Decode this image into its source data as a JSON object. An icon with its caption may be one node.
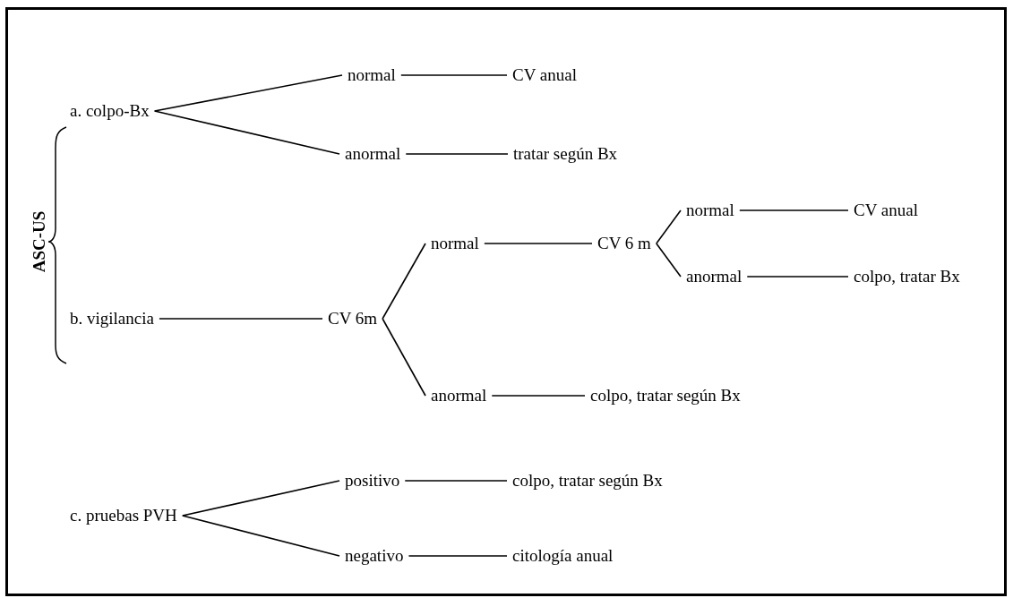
{
  "diagram": {
    "nodes": [
      {
        "text": [
          "a. colpo-Bx"
        ]
      },
      {
        "text": [
          "normal"
        ]
      },
      {
        "text": [
          "CV anual"
        ]
      },
      {
        "text": [
          "anormal"
        ]
      },
      {
        "text": [
          "tratar según Bx"
        ]
      },
      {
        "text": [
          "b. vigilancia"
        ]
      },
      {
        "text": [
          "CV 6m"
        ]
      },
      {
        "text": [
          "normal"
        ]
      },
      {
        "text": [
          "CV 6 m"
        ]
      },
      {
        "text": [
          "normal"
        ]
      },
      {
        "text": [
          "CV anual"
        ]
      },
      {
        "text": [
          "anormal"
        ]
      },
      {
        "text": [
          "colpo, tratar Bx"
        ]
      },
      {
        "text": [
          "anormal"
        ]
      },
      {
        "text": [
          "colpo, tratar según Bx"
        ]
      },
      {
        "text": [
          "c. pruebas PVH"
        ]
      },
      {
        "text": [
          "positivo"
        ]
      },
      {
        "text": [
          "colpo, tratar según Bx"
        ]
      },
      {
        "text": [
          "negativo"
        ]
      },
      {
        "text": [
          "citología anual"
        ]
      }
    ],
    "edges": [
      {
        "from": 0,
        "to": 1,
        "arrow": "none"
      },
      {
        "from": 0,
        "to": 3,
        "arrow": "none"
      },
      {
        "from": 1,
        "to": 2,
        "arrow": "none"
      },
      {
        "from": 3,
        "to": 4,
        "arrow": "none"
      },
      {
        "from": 5,
        "to": 6,
        "arrow": "none"
      },
      {
        "from": 6,
        "to": 7,
        "arrow": "none"
      },
      {
        "from": 6,
        "to": 13,
        "arrow": "none"
      },
      {
        "from": 7,
        "to": 8,
        "arrow": "none"
      },
      {
        "from": 8,
        "to": 9,
        "arrow": "none"
      },
      {
        "from": 8,
        "to": 11,
        "arrow": "none"
      },
      {
        "from": 9,
        "to": 10,
        "arrow": "none"
      },
      {
        "from": 11,
        "to": 12,
        "arrow": "none"
      },
      {
        "from": 13,
        "to": 14,
        "arrow": "none"
      },
      {
        "from": 15,
        "to": 16,
        "arrow": "none"
      },
      {
        "from": 15,
        "to": 18,
        "arrow": "none"
      },
      {
        "from": 16,
        "to": 17,
        "arrow": "none"
      },
      {
        "from": 18,
        "to": 19,
        "arrow": "none"
      }
    ],
    "labels": [
      "ASC-US"
    ]
  }
}
